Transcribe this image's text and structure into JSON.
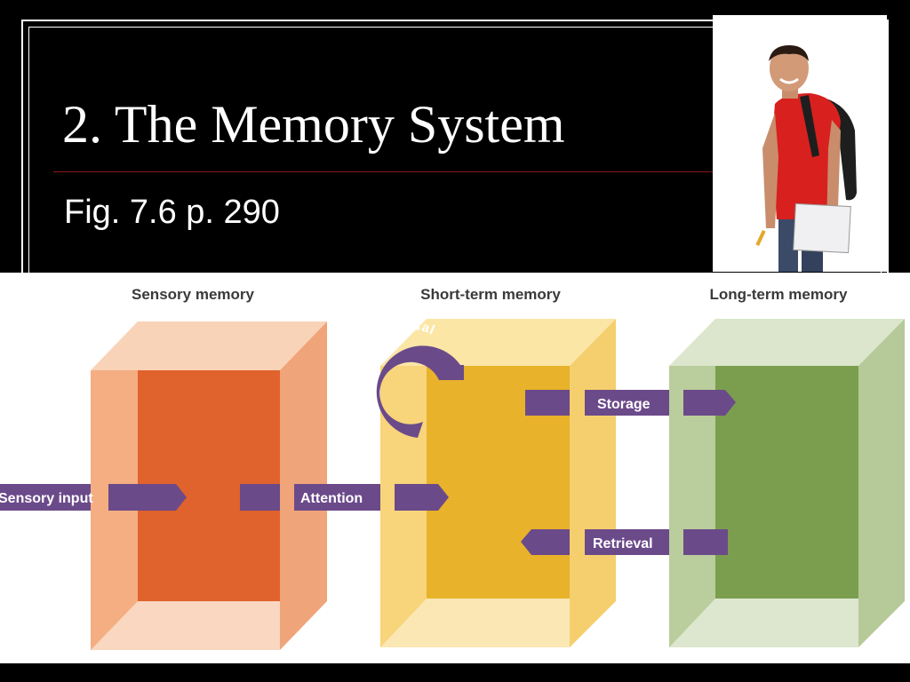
{
  "slide": {
    "title": "2. The Memory System",
    "subtitle": "Fig. 7.6 p. 290"
  },
  "diagram": {
    "stages": {
      "sensory": "Sensory memory",
      "short_term": "Short-term memory",
      "long_term": "Long-term memory"
    },
    "arrows": {
      "sensory_input": "Sensory input",
      "attention": "Attention",
      "storage": "Storage",
      "retrieval": "Retrieval",
      "rehearsal": "Rehearsal"
    },
    "colors": {
      "sensory_core": "#e0622c",
      "sensory_face": "#f4a878",
      "short_core": "#e8b22a",
      "short_face": "#f8d87e",
      "long_core": "#7a9e4e",
      "long_face": "#b8cc98",
      "arrow": "#6b4a8a"
    }
  },
  "photo": {
    "description_icon": "student-with-backpack-photo"
  }
}
